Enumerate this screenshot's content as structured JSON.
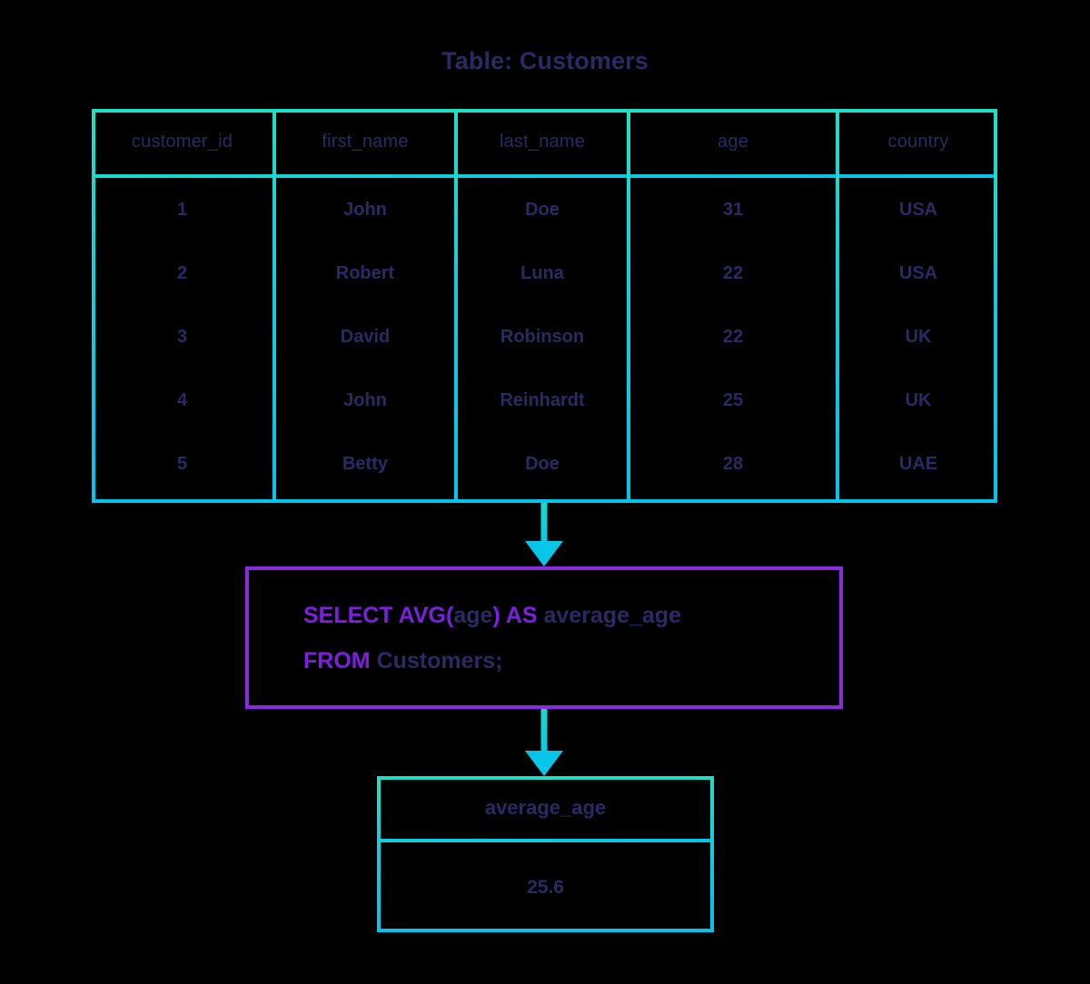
{
  "title": "Table: Customers",
  "source_table": {
    "columns": [
      "customer_id",
      "first_name",
      "last_name",
      "age",
      "country"
    ],
    "rows": [
      [
        "1",
        "John",
        "Doe",
        "31",
        "USA"
      ],
      [
        "2",
        "Robert",
        "Luna",
        "22",
        "USA"
      ],
      [
        "3",
        "David",
        "Robinson",
        "22",
        "UK"
      ],
      [
        "4",
        "John",
        "Reinhardt",
        "25",
        "UK"
      ],
      [
        "5",
        "Betty",
        "Doe",
        "28",
        "UAE"
      ]
    ]
  },
  "query": {
    "line1": {
      "kw1": "SELECT",
      "kw2": "AVG",
      "paren_open": "(",
      "column": "age",
      "paren_close": ")",
      "kw3": "AS",
      "alias": "average_age"
    },
    "line2": {
      "kw1": "FROM",
      "table": "Customers;"
    }
  },
  "result_table": {
    "header": "average_age",
    "value": "25.6"
  },
  "colors": {
    "background": "#000000",
    "text_navy": "#2b2a63",
    "border_teal": "#1ee0c6",
    "border_cyan": "#04c3ec",
    "sql_keyword_purple": "#7d1fe0",
    "sql_box_border": "#8a2be2"
  },
  "flow": {
    "arrow1": "arrow-down-icon",
    "arrow2": "arrow-down-icon"
  }
}
